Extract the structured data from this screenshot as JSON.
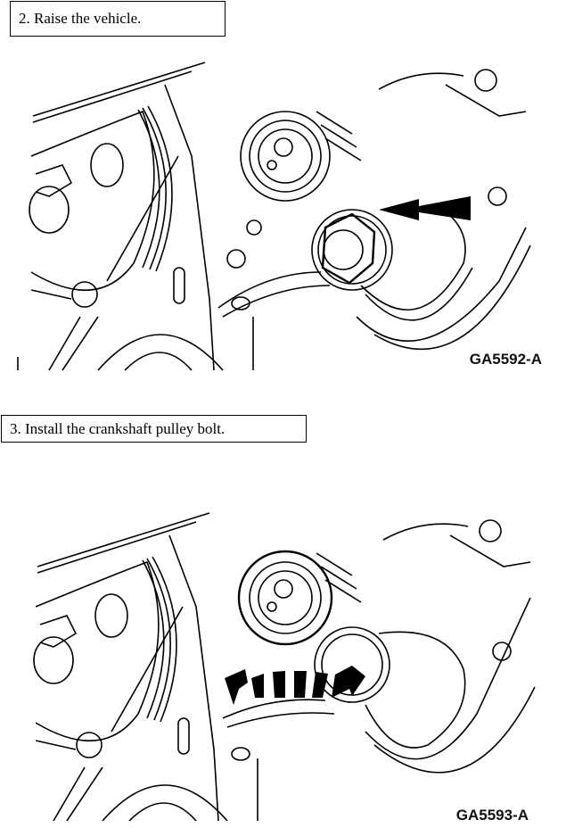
{
  "steps": [
    {
      "number": "2",
      "text": "2. Raise the vehicle."
    },
    {
      "number": "3",
      "text": "3. Install the crankshaft pulley bolt."
    }
  ],
  "figures": [
    {
      "label": "GA5592-A",
      "depicts": "crankshaft pulley bolt with single arrow pointing at bolt",
      "arrow": "straight-arrow"
    },
    {
      "label": "GA5593-A",
      "depicts": "crankshaft pulley bolt with curved double-headed rotation arrow",
      "arrow": "curved-double-arrow"
    }
  ]
}
